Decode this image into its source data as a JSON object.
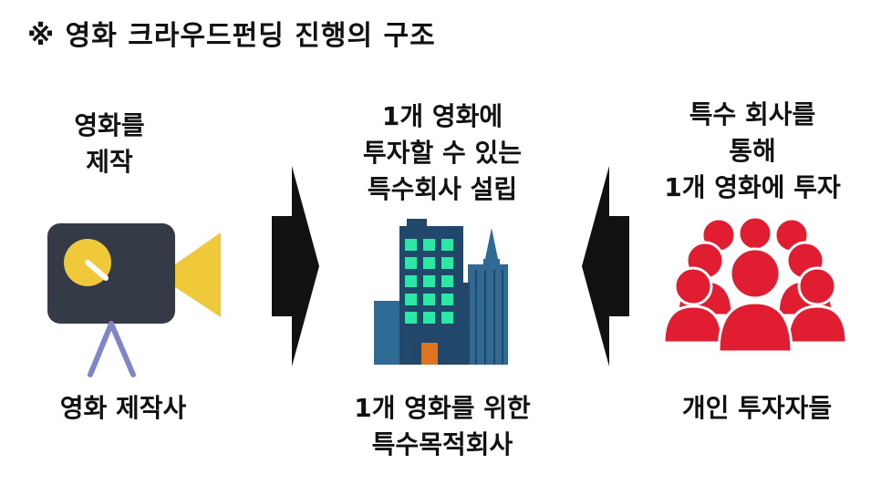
{
  "title": "※ 영화 크라우드펀딩 진행의 구조",
  "left": {
    "top_lines": [
      "영화를",
      "제작"
    ],
    "bottom_lines": [
      "영화 제작사"
    ]
  },
  "middle": {
    "top_lines": [
      "1개 영화에",
      "투자할 수 있는",
      "특수회사 설립"
    ],
    "bottom_lines": [
      "1개 영화를 위한",
      "특수목적회사"
    ]
  },
  "right": {
    "top_lines": [
      "특수 회사를",
      "통해",
      "1개 영화에 투자"
    ],
    "bottom_lines": [
      "개인 투자자들"
    ]
  },
  "icons": [
    "movie-camera-icon",
    "office-buildings-icon",
    "people-group-icon",
    "arrow-right-icon",
    "arrow-left-icon"
  ],
  "colors": {
    "camera_body": "#343a46",
    "camera_accent": "#f0c93a",
    "camera_stand": "#7f86c8",
    "building_dark": "#21476b",
    "building_light": "#2f6a95",
    "window": "#2ee6a6",
    "door": "#e0731d",
    "people": "#e11d32",
    "arrow": "#111111"
  }
}
